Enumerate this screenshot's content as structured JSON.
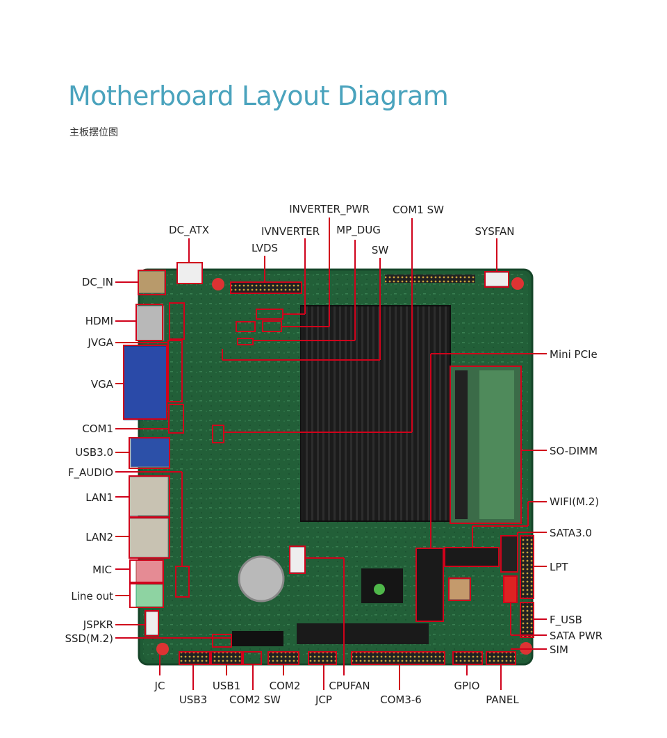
{
  "title": "Motherboard Layout Diagram",
  "subtitle": "主板摆位图",
  "colors": {
    "title": "#4aa3bd",
    "line": "#d0021b",
    "board": "#1f5b35"
  },
  "labels": {
    "dc_in": "DC_IN",
    "hdmi": "HDMI",
    "jvga": "JVGA",
    "vga": "VGA",
    "com1": "COM1",
    "usb30": "USB3.0",
    "f_audio": "F_AUDIO",
    "lan1": "LAN1",
    "lan2": "LAN2",
    "mic": "MIC",
    "line_out": "Line out",
    "jspkr": "JSPKR",
    "ssd_m2": "SSD(M.2)",
    "dc_atx": "DC_ATX",
    "lvds": "LVDS",
    "ivnverter": "IVNVERTER",
    "inverter_pwr": "INVERTER_PWR",
    "mp_dug": "MP_DUG",
    "com1_sw": "COM1 SW",
    "sw": "SW",
    "sysfan": "SYSFAN",
    "mini_pcie": "Mini PCIe",
    "so_dimm": "SO-DIMM",
    "wifi_m2": "WIFI(M.2)",
    "sata30": "SATA3.0",
    "lpt": "LPT",
    "f_usb": "F_USB",
    "sata_pwr": "SATA PWR",
    "sim": "SIM",
    "jc": "JC",
    "usb3": "USB3",
    "usb1": "USB1",
    "com2_sw": "COM2 SW",
    "com2": "COM2",
    "jcp": "JCP",
    "cpufan": "CPUFAN",
    "com3_6": "COM3-6",
    "gpio": "GPIO",
    "panel": "PANEL"
  }
}
